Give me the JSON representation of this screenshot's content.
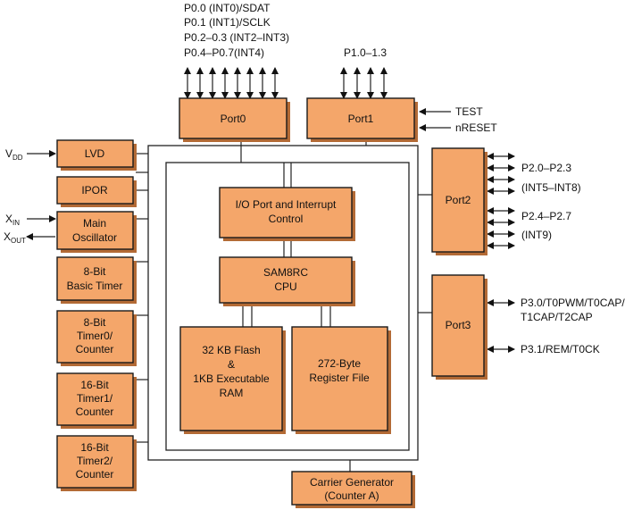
{
  "blocks": {
    "port0": {
      "label": "Port0"
    },
    "port1": {
      "label": "Port1"
    },
    "port2": {
      "label": "Port2"
    },
    "port3": {
      "label": "Port3"
    },
    "lvd": {
      "label": "LVD"
    },
    "ipor": {
      "label": "IPOR"
    },
    "main_osc": {
      "line1": "Main",
      "line2": "Oscillator"
    },
    "basic_timer": {
      "line1": "8-Bit",
      "line2": "Basic Timer"
    },
    "timer0": {
      "line1": "8-Bit",
      "line2": "Timer0/",
      "line3": "Counter"
    },
    "timer1": {
      "line1": "16-Bit",
      "line2": "Timer1/",
      "line3": "Counter"
    },
    "timer2": {
      "line1": "16-Bit",
      "line2": "Timer2/",
      "line3": "Counter"
    },
    "io_int": {
      "line1": "I/O Port and Interrupt",
      "line2": "Control"
    },
    "cpu": {
      "line1": "SAM8RC",
      "line2": "CPU"
    },
    "flash": {
      "line1": "32 KB Flash",
      "line2": "&",
      "line3": "1KB Executable",
      "line4": "RAM"
    },
    "regfile": {
      "line1": "272-Byte",
      "line2": "Register File"
    },
    "carrier": {
      "line1": "Carrier Generator",
      "line2": "(Counter A)"
    }
  },
  "signals": {
    "port0": [
      "P0.0 (INT0)/SDAT",
      "P0.1 (INT1)/SCLK",
      "P0.2–0.3 (INT2–INT3)",
      "P0.4–P0.7(INT4)"
    ],
    "port1": "P1.0–1.3",
    "test": "TEST",
    "nreset": "nRESET",
    "port2_a": "P2.0–P2.3",
    "port2_b": "(INT5–INT8)",
    "port2_c": "P2.4–P2.7",
    "port2_d": "(INT9)",
    "port3_a1": "P3.0/T0PWM/T0CAP/",
    "port3_a2": "T1CAP/T2CAP",
    "port3_b": "P3.1/REM/T0CK",
    "vdd": {
      "main": "V",
      "sub": "DD"
    },
    "xin": {
      "main": "X",
      "sub": "IN"
    },
    "xout": {
      "main": "X",
      "sub": "OUT"
    }
  },
  "colors": {
    "block_fill": "#f4a66a",
    "block_shadow": "#b36a35",
    "line": "#222222"
  }
}
